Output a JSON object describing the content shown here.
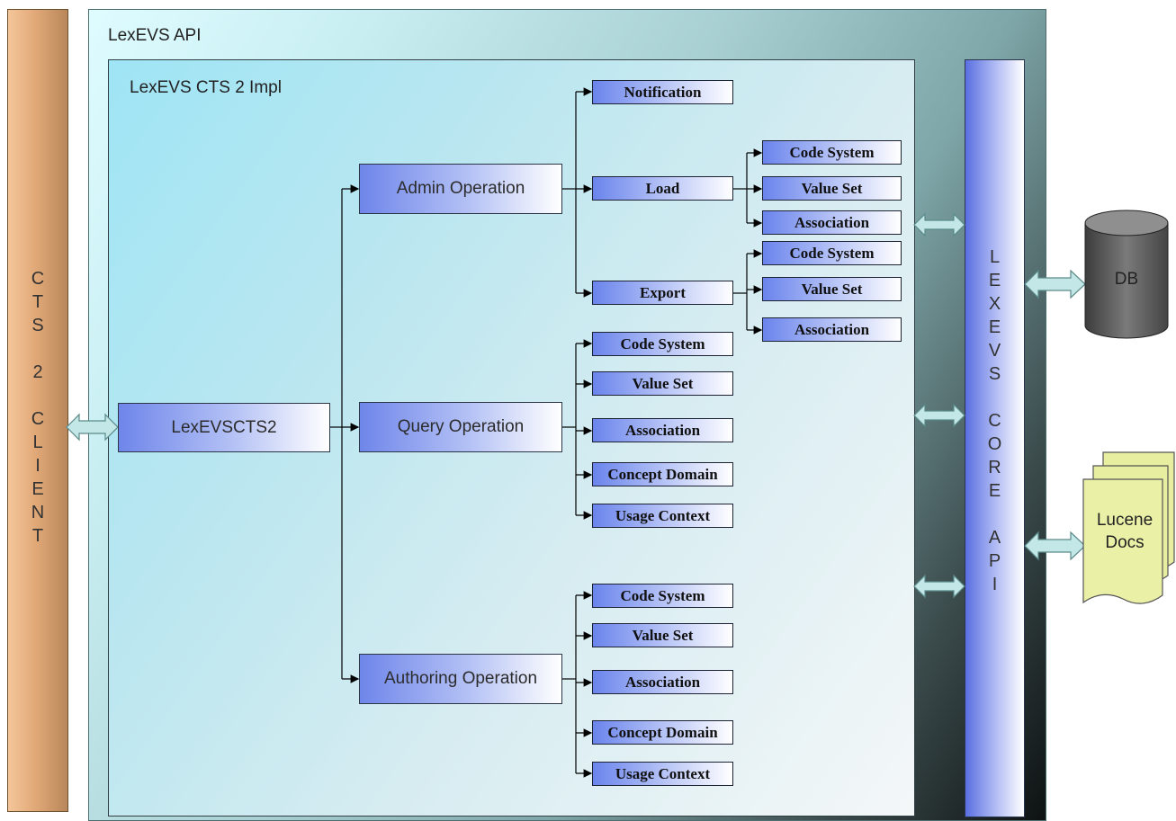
{
  "client": {
    "letters": [
      "C",
      "T",
      "S",
      "",
      "2",
      "",
      "C",
      "L",
      "I",
      "E",
      "N",
      "T"
    ]
  },
  "api": {
    "title": "LexEVS API"
  },
  "impl": {
    "title": "LexEVS CTS 2 Impl"
  },
  "core": {
    "letters": [
      "L",
      "E",
      "X",
      "E",
      "V",
      "S",
      "",
      "C",
      "O",
      "R",
      "E",
      "",
      "A",
      "P",
      "I"
    ]
  },
  "root": {
    "label": "LexEVSCTS2"
  },
  "operations": {
    "admin": {
      "label": "Admin Operation"
    },
    "query": {
      "label": "Query Operation"
    },
    "authoring": {
      "label": "Authoring Operation"
    }
  },
  "admin_children": {
    "notification": "Notification",
    "load": "Load",
    "export": "Export"
  },
  "load_children": [
    "Code System",
    "Value Set",
    "Association"
  ],
  "export_children": [
    "Code System",
    "Value Set",
    "Association"
  ],
  "query_children": [
    "Code System",
    "Value Set",
    "Association",
    "Concept Domain",
    "Usage Context"
  ],
  "authoring_children": [
    "Code System",
    "Value Set",
    "Association",
    "Concept Domain",
    "Usage Context"
  ],
  "stores": {
    "db": "DB",
    "lucene_line1": "Lucene",
    "lucene_line2": "Docs"
  },
  "colors": {
    "client_bar": "#e2a978",
    "core_bar": "#7d8ee8",
    "box_blue": "#6f86ea",
    "double_arrow": "#bfe3e3",
    "db_cylinder": "#555555",
    "docs_yellow": "#e8eea0"
  }
}
